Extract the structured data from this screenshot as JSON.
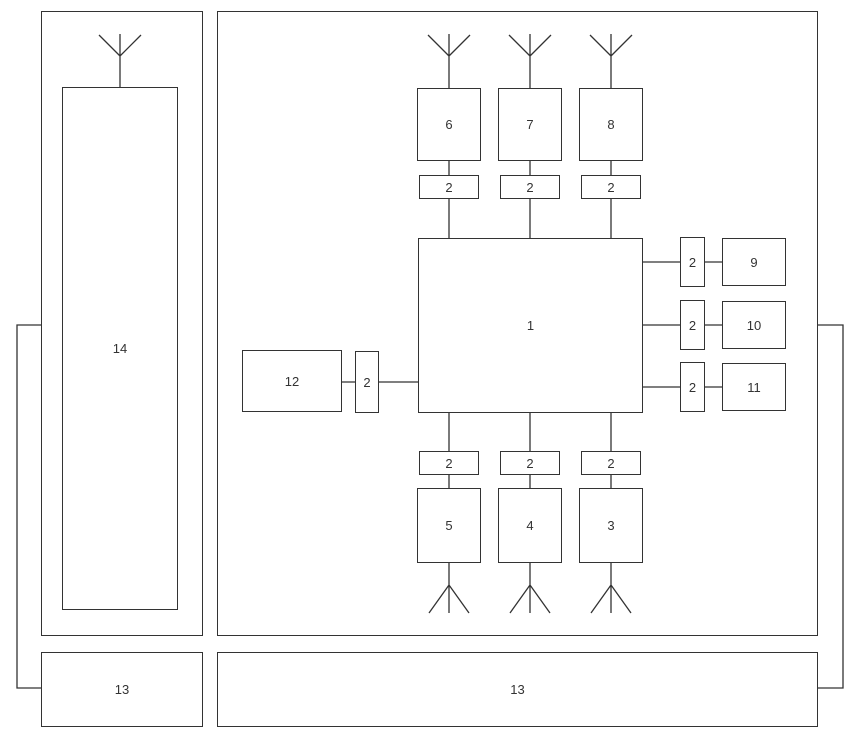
{
  "figure": {
    "main_unit": {
      "label": "1"
    },
    "couplers": [
      {
        "label": "2"
      },
      {
        "label": "2"
      },
      {
        "label": "2"
      },
      {
        "label": "2"
      },
      {
        "label": "2"
      },
      {
        "label": "2"
      },
      {
        "label": "2"
      },
      {
        "label": "2"
      },
      {
        "label": "2"
      },
      {
        "label": "2"
      }
    ],
    "top_modules": [
      {
        "label": "6"
      },
      {
        "label": "7"
      },
      {
        "label": "8"
      }
    ],
    "bottom_modules": [
      {
        "label": "5"
      },
      {
        "label": "4"
      },
      {
        "label": "3"
      }
    ],
    "right_modules": [
      {
        "label": "9"
      },
      {
        "label": "10"
      },
      {
        "label": "11"
      }
    ],
    "side_module": {
      "label": "12"
    },
    "panel_module": {
      "label": "14"
    },
    "bottom_bars": [
      {
        "label": "13"
      },
      {
        "label": "13"
      }
    ],
    "colors": {
      "line": "#333333",
      "text": "#333333",
      "background": "#ffffff"
    }
  }
}
